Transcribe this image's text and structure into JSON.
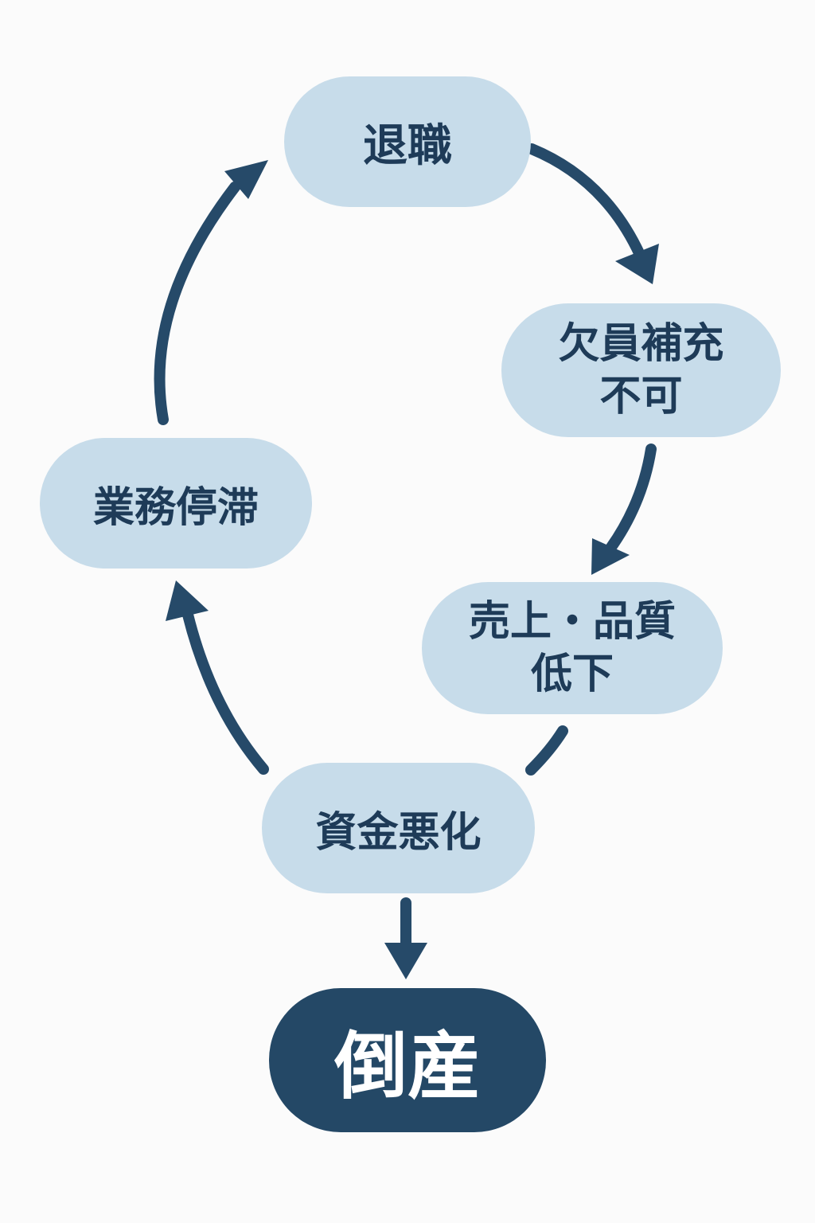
{
  "colors": {
    "background": "#fbfbfb",
    "node_fill": "#c7dcea",
    "node_text": "#1e3b58",
    "arrow": "#264a69",
    "final_fill": "#244866",
    "final_text": "#ffffff"
  },
  "nodes": {
    "retirement": {
      "lines": [
        "退職"
      ]
    },
    "vacancy_unfillable": {
      "lines": [
        "欠員補充",
        "不可"
      ]
    },
    "sales_quality_decline": {
      "lines": [
        "売上・品質",
        "低下"
      ]
    },
    "funding_deterioration": {
      "lines": [
        "資金悪化"
      ]
    },
    "work_stagnation": {
      "lines": [
        "業務停滞"
      ]
    },
    "bankruptcy": {
      "lines": [
        "倒産"
      ]
    }
  },
  "edges": [
    {
      "from": "retirement",
      "to": "vacancy_unfillable"
    },
    {
      "from": "vacancy_unfillable",
      "to": "sales_quality_decline"
    },
    {
      "from": "sales_quality_decline",
      "to": "funding_deterioration"
    },
    {
      "from": "funding_deterioration",
      "to": "work_stagnation"
    },
    {
      "from": "work_stagnation",
      "to": "retirement"
    },
    {
      "from": "funding_deterioration",
      "to": "bankruptcy"
    }
  ]
}
